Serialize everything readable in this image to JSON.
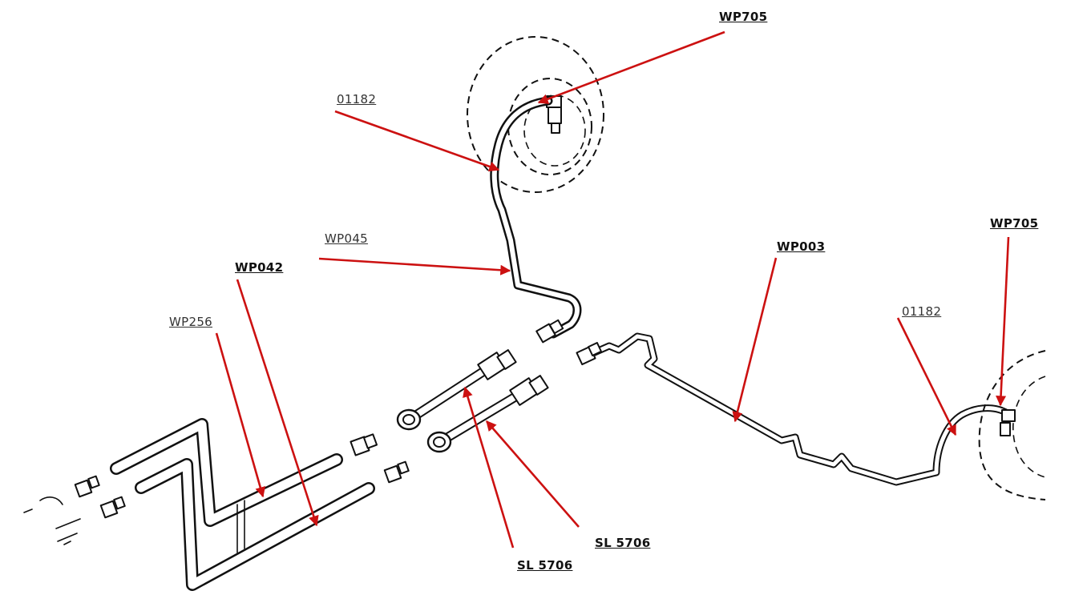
{
  "labels": {
    "wp705_top": "WP705",
    "n01182_left": "01182",
    "wp045": "WP045",
    "wp042": "WP042",
    "wp256": "WP256",
    "wp003": "WP003",
    "n01182_right": "01182",
    "wp705_right": "WP705",
    "sl5706_right": "SL 5706",
    "sl5706_left": "SL 5706"
  },
  "colors": {
    "arrow": "#cc1111",
    "line": "#111111",
    "label_text": "#333333"
  }
}
